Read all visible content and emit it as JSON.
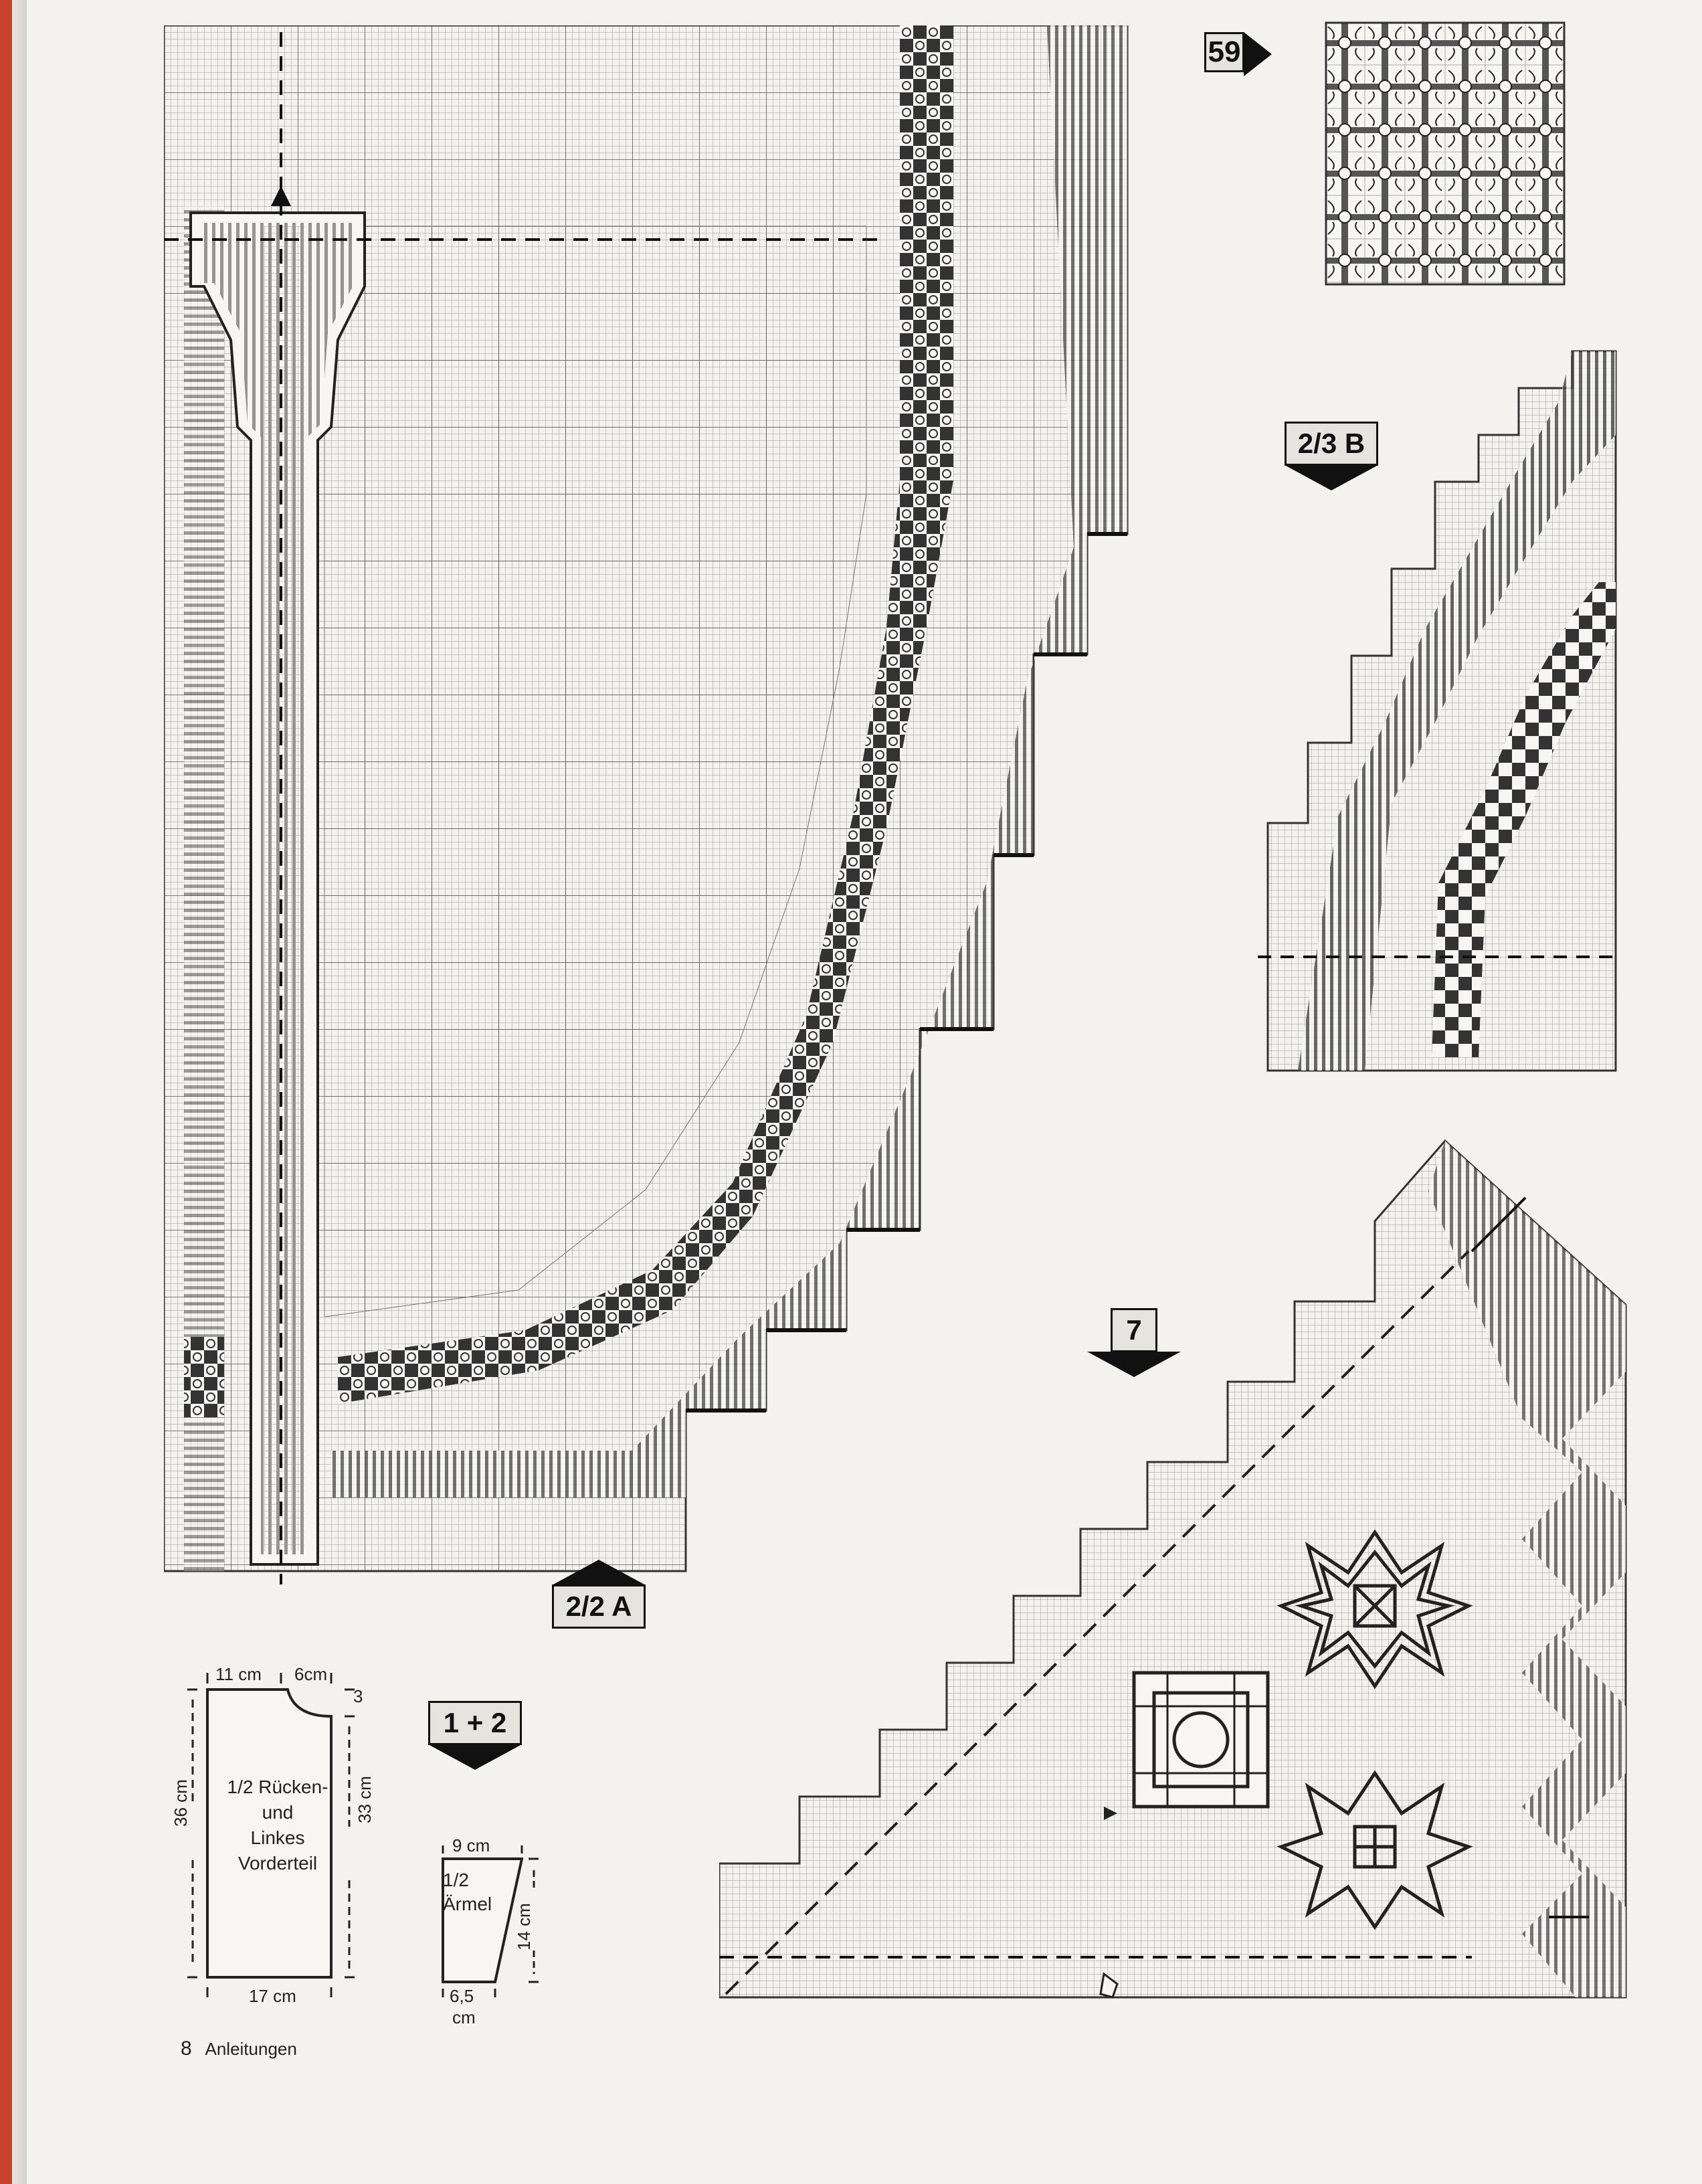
{
  "badges": {
    "b59": "59",
    "b23b": "2/3 B",
    "b7": "7",
    "b22a": "2/2 A",
    "b12": "1 + 2"
  },
  "schematic_back": {
    "top_left": "11 cm",
    "top_right": "6cm",
    "corner": "3",
    "left_side": "36 cm",
    "right_side": "33 cm",
    "bottom": "17 cm",
    "label_line1": "1/2 Rücken-",
    "label_line2": "und",
    "label_line3": "Linkes",
    "label_line4": "Vorderteil"
  },
  "schematic_sleeve": {
    "top": "9 cm",
    "side": "14 cm",
    "bottom_value": "6,5",
    "bottom_unit": "cm",
    "label_line1": "1/2",
    "label_line2": "Ärmel"
  },
  "footer": {
    "page_number": "8",
    "section": "Anleitungen"
  },
  "colors": {
    "ink": "#222222",
    "paper": "#f4f2ee",
    "grid": "#9a9a9a",
    "spine": "#c8402e"
  }
}
